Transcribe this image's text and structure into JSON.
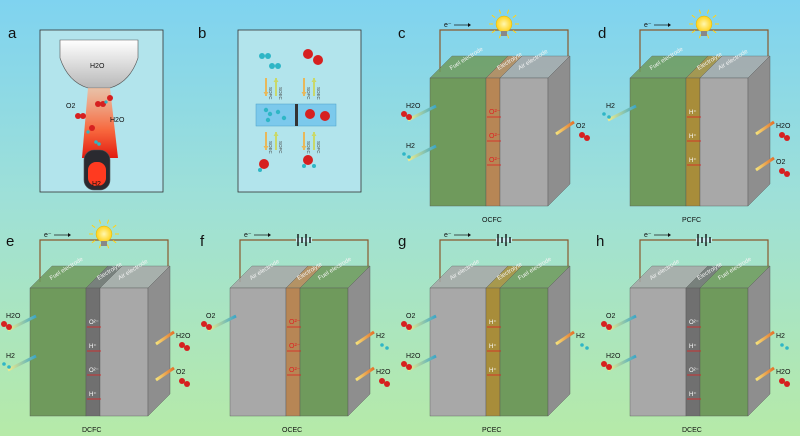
{
  "panel_labels": [
    "a",
    "b",
    "c",
    "d",
    "e",
    "f",
    "g",
    "h"
  ],
  "panel_a": {
    "top_species": "H2O",
    "left_species": "O2",
    "right_species": "H2O",
    "bottom_species": "H2"
  },
  "panel_b": {
    "arrow_labels": [
      "SOFC",
      "SOEC",
      "SOFC",
      "SOEC",
      "SOEC",
      "SOFC",
      "SOEC",
      "SOFC"
    ]
  },
  "electron": "e⁻",
  "cells": [
    {
      "id": "c",
      "name": "OCFC",
      "source": "bulb",
      "order": "fuel-first",
      "layers": [
        "Fuel electrode",
        "Electrolyte",
        "Air electrode"
      ],
      "electrolyte_color": "#b78655",
      "ions": [
        "O²⁻",
        "O²⁻",
        "O²⁻"
      ],
      "left_species": [
        "H2O",
        "H2"
      ],
      "right_species": [
        "O2"
      ]
    },
    {
      "id": "d",
      "name": "PCFC",
      "source": "bulb",
      "order": "fuel-first",
      "layers": [
        "Fuel electrode",
        "Electrolyte",
        "Air electrode"
      ],
      "electrolyte_color": "#a88d3a",
      "ions": [
        "H⁺",
        "H⁺",
        "H⁺"
      ],
      "left_species": [
        "H2"
      ],
      "right_species": [
        "H2O",
        "O2"
      ]
    },
    {
      "id": "e",
      "name": "DCFC",
      "source": "bulb",
      "order": "fuel-first",
      "layers": [
        "Fuel electrode",
        "Electrolyte",
        "Air electrode"
      ],
      "electrolyte_color": "#707070",
      "ions": [
        "O²⁻",
        "H⁺",
        "O²⁻",
        "H⁺"
      ],
      "left_species": [
        "H2O",
        "H2"
      ],
      "right_species": [
        "H2O",
        "O2"
      ]
    },
    {
      "id": "f",
      "name": "OCEC",
      "source": "battery",
      "order": "air-first",
      "layers": [
        "Air electrode",
        "Electrolyte",
        "Fuel electrode"
      ],
      "electrolyte_color": "#b78655",
      "ions": [
        "O²⁻",
        "O²⁻",
        "O²⁻"
      ],
      "left_species": [
        "O2"
      ],
      "right_species": [
        "H2",
        "H2O"
      ]
    },
    {
      "id": "g",
      "name": "PCEC",
      "source": "battery",
      "order": "air-first",
      "layers": [
        "Air electrode",
        "Electrolyte",
        "Fuel electrode"
      ],
      "electrolyte_color": "#a88d3a",
      "ions": [
        "H⁺",
        "H⁺",
        "H⁺"
      ],
      "left_species": [
        "O2",
        "H2O"
      ],
      "right_species": [
        "H2"
      ]
    },
    {
      "id": "h",
      "name": "DCEC",
      "source": "battery",
      "order": "air-first",
      "layers": [
        "Air electrode",
        "Electrolyte",
        "Fuel electrode"
      ],
      "electrolyte_color": "#707070",
      "ions": [
        "O²⁻",
        "H⁺",
        "O²⁻",
        "H⁺"
      ],
      "left_species": [
        "O2",
        "H2O"
      ],
      "right_species": [
        "H2",
        "H2O"
      ]
    }
  ],
  "colors": {
    "fuel_electrode": "#6f9a5c",
    "air_electrode": "#a8a8a8",
    "wire": "#8a5a2e",
    "oxygen_atom": "#d62020",
    "hydrogen_atom": "#2fb6c6",
    "bulb": "#ffe94a"
  }
}
